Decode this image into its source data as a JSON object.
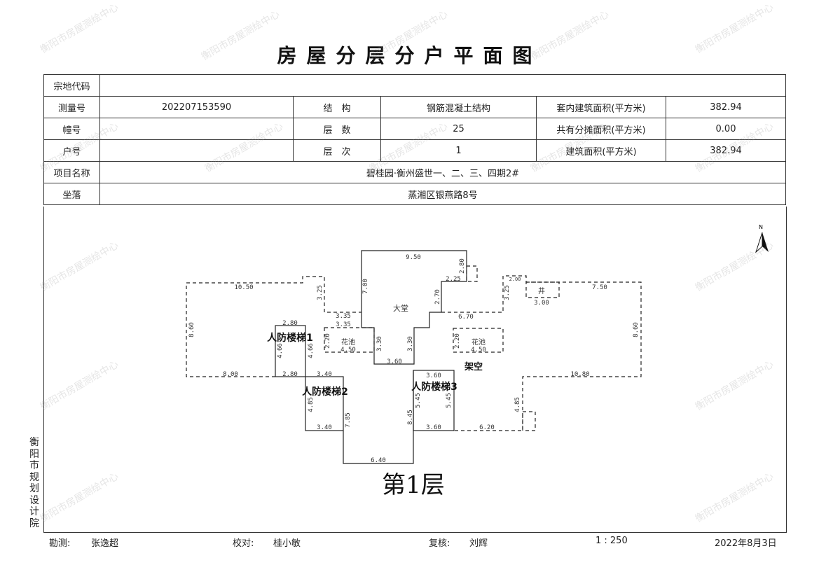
{
  "title": "房屋分层分户平面图",
  "watermark": "衡阳市房屋测绘中心",
  "table": {
    "zongdi_label": "宗地代码",
    "zongdi_value": "",
    "survey_label": "测量号",
    "survey_value": "202207153590",
    "structure_label": "结　构",
    "structure_value": "钢筋混凝土结构",
    "inner_area_label": "套内建筑面积(平方米)",
    "inner_area_value": "382.94",
    "building_label": "幢号",
    "building_value": "",
    "floors_label": "层　数",
    "floors_value": "25",
    "shared_area_label": "共有分摊面积(平方米)",
    "shared_area_value": "0.00",
    "unit_label": "户号",
    "unit_value": "",
    "floor_no_label": "层　次",
    "floor_no_value": "1",
    "build_area_label": "建筑面积(平方米)",
    "build_area_value": "382.94",
    "project_label": "项目名称",
    "project_value": "碧桂园·衡州盛世一、二、三、四期2#",
    "location_label": "坐落",
    "location_value": "蒸湘区银燕路8号"
  },
  "plan": {
    "north": "N",
    "floor_label": "第1层",
    "stairs": [
      "人防楼梯1",
      "人防楼梯2",
      "人防楼梯3"
    ],
    "dims": [
      "9.50",
      "2.80",
      "2.25",
      "2.70",
      "6.70",
      "7.00",
      "大堂",
      "3.35",
      "3.35",
      "10.50",
      "3.25",
      "8.60",
      "2.80",
      "4.66",
      "4.66",
      "2.20",
      "花池",
      "4.50",
      "3.30",
      "3.30",
      "3.60",
      "8.00",
      "2.80",
      "3.40",
      "4.85",
      "3.40",
      "7.85",
      "6.40",
      "8.45",
      "5.45",
      "5.45",
      "3.60",
      "3.60",
      "6.20",
      "4.85",
      "10.80",
      "8.60",
      "7.50",
      "3.00",
      "井",
      "2.20",
      "花池",
      "4.50",
      "3.25",
      "2.00",
      "架空"
    ]
  },
  "side_org": "衡阳市规划设计院",
  "footer": {
    "surveyor_label": "勘测:",
    "surveyor": "张逸超",
    "checker_label": "校对:",
    "checker": "桂小敏",
    "reviewer_label": "复核:",
    "reviewer": "刘辉",
    "scale": "1 : 250",
    "date": "2022年8月3日"
  }
}
